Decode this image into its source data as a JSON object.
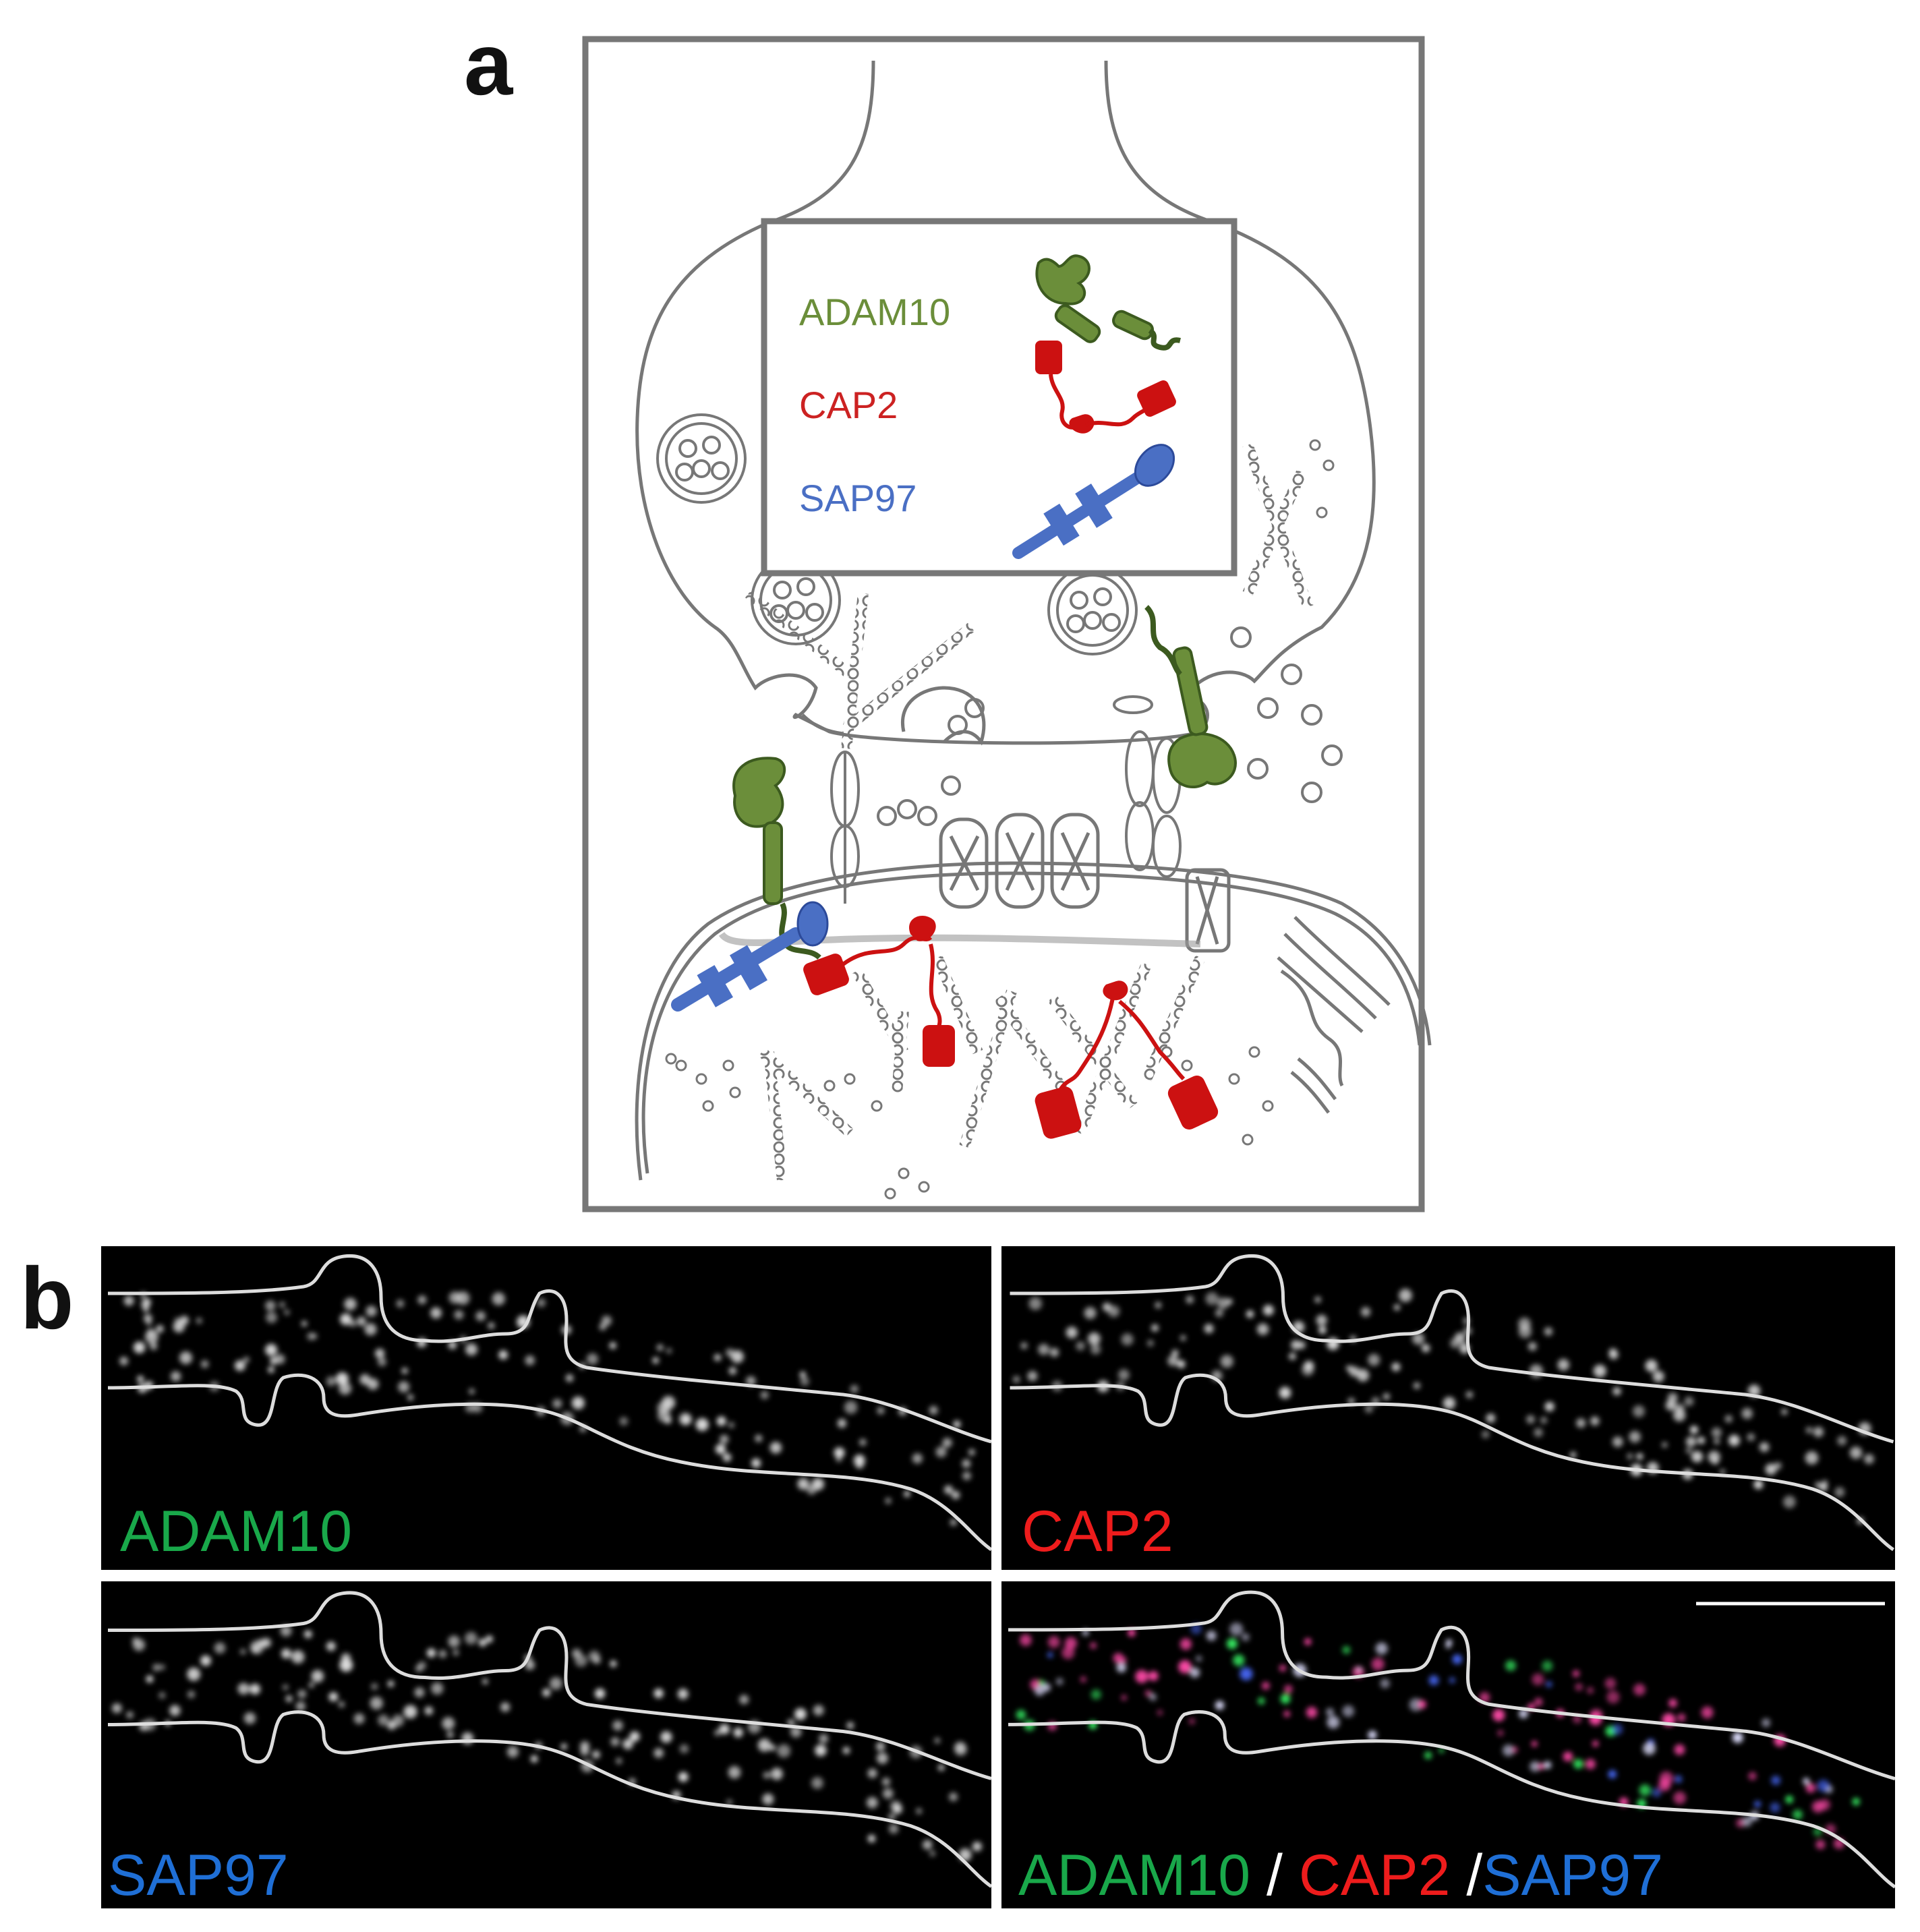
{
  "panel_a": {
    "letter": "a",
    "legend": [
      {
        "label": "ADAM10",
        "color": "#6b8e3a"
      },
      {
        "label": "CAP2",
        "color": "#cc2222"
      },
      {
        "label": "SAP97",
        "color": "#4a6fc4"
      }
    ]
  },
  "panel_b": {
    "letter": "b",
    "images": [
      {
        "label_parts": [
          {
            "text": "ADAM10",
            "color": "#19a84a"
          }
        ]
      },
      {
        "label_parts": [
          {
            "text": "CAP2",
            "color": "#ee1c1c"
          }
        ]
      },
      {
        "label_parts": [
          {
            "text": "SAP97",
            "color": "#1f6fd6"
          }
        ]
      },
      {
        "label_parts": [
          {
            "text": "ADAM10",
            "color": "#19a84a"
          },
          {
            "text": " / ",
            "color": "#ffffff"
          },
          {
            "text": "CAP2",
            "color": "#ee1c1c"
          },
          {
            "text": " /",
            "color": "#ffffff"
          },
          {
            "text": "SAP97",
            "color": "#1f6fd6"
          }
        ]
      }
    ]
  },
  "colors": {
    "line": "#777777",
    "adam10": "#6b8e3a",
    "adam10_dark": "#3c5a1f",
    "cap2": "#cc1111",
    "sap97": "#4a6fc4"
  }
}
